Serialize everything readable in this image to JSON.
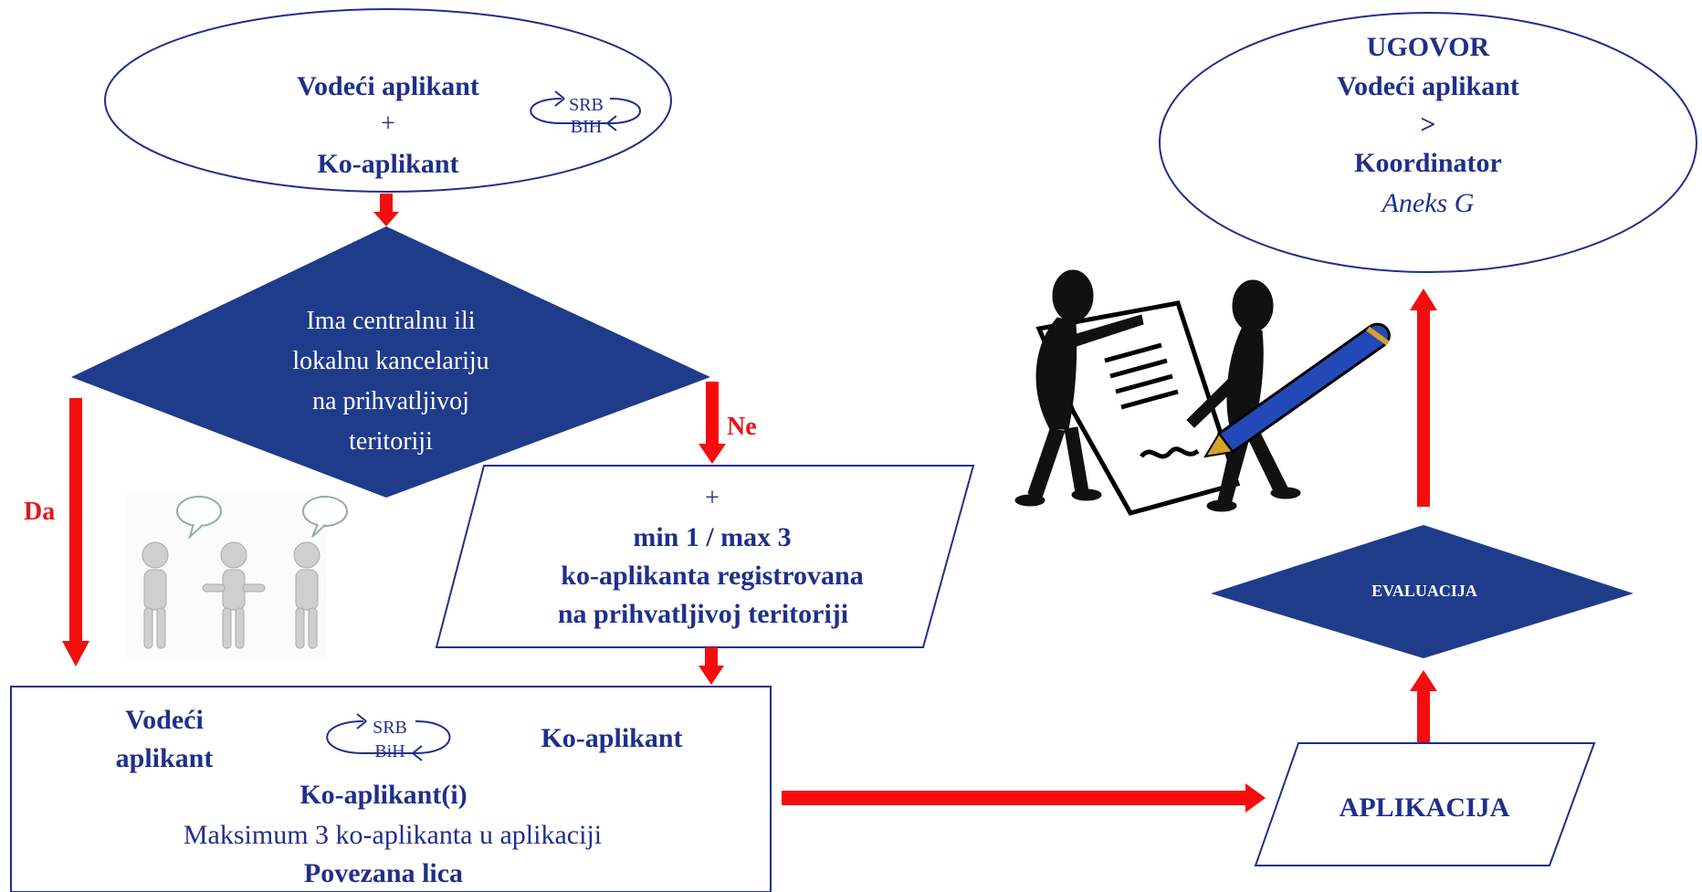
{
  "colors": {
    "navy": "#1f2f8c",
    "diamond_fill": "#1f3c8a",
    "arrow_red": "#f50d0d",
    "text_blue": "#1f2f8c",
    "label_red": "#e8131b"
  },
  "ellipse_left": {
    "line1": "Vodeći aplikant",
    "line2": "+",
    "line3": "Ko-aplikant",
    "exchange_top": "SRB",
    "exchange_bottom": "BIH"
  },
  "diamond_top": {
    "text": "Ima centralnu ili\nlokalnu kancelariju\nna prihvatljivoj\nteritoriji"
  },
  "labels": {
    "yes": "Da",
    "no": "Ne"
  },
  "parallelogram_mid": {
    "line1": "+",
    "line2": "min 1 / max 3",
    "line3": "ko-aplikanta registrovana",
    "line4": "na prihvatljivoj teritoriji"
  },
  "bottom_box": {
    "left_label": "Vodeći\naplikant",
    "exchange_top": "SRB",
    "exchange_bottom": "BiH",
    "right_label": "Ko-aplikant",
    "line_coapplicants": "Ko-aplikant(i)",
    "line_max": "Maksimum 3 ko-aplikanta u aplikaciji",
    "line_related": "Povezana lica"
  },
  "application": {
    "text": "APLIKACIJA"
  },
  "evaluation": {
    "text": "EVALUACIJA"
  },
  "ellipse_right": {
    "line1": "UGOVOR",
    "line2": "Vodeći aplikant",
    "line3": ">",
    "line4": "Koordinator",
    "line5": "Aneks G"
  },
  "illustrations": {
    "people_talking": "three-people-talking-icon",
    "contract_signing": "contract-signing-figures-icon"
  }
}
